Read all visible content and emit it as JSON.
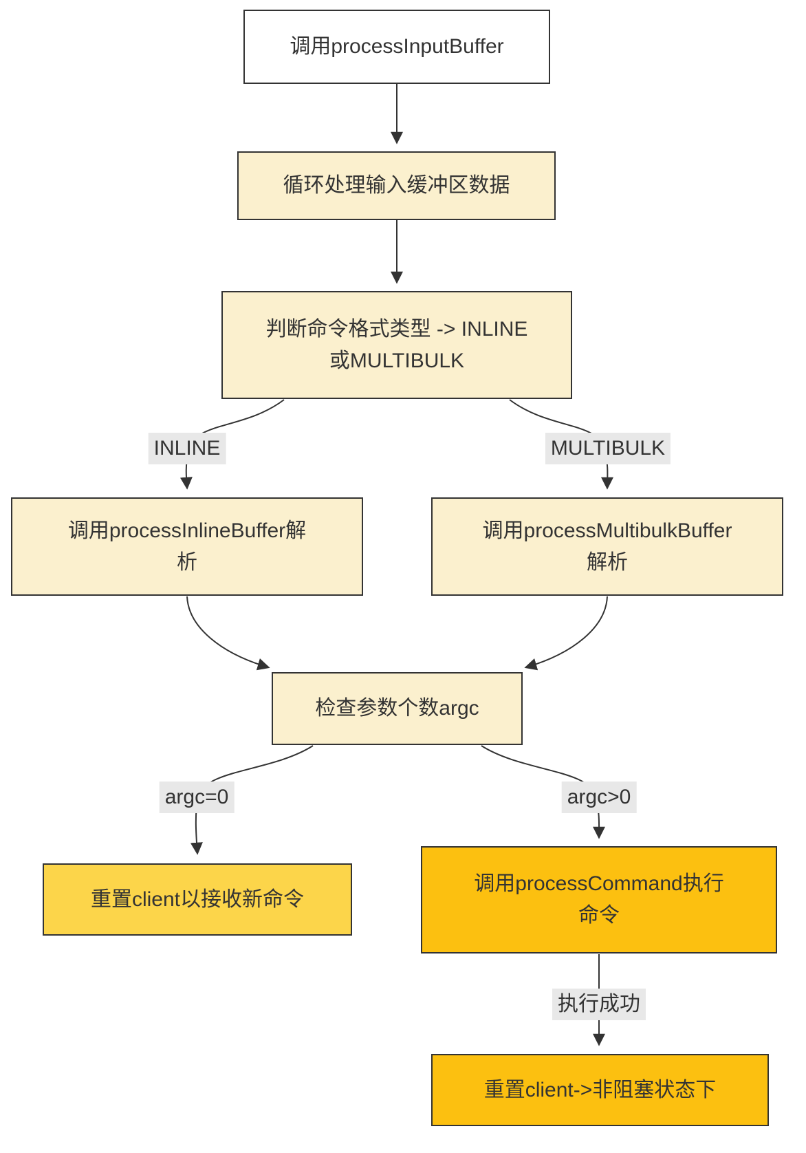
{
  "diagram": {
    "type": "flowchart",
    "direction": "top-down",
    "colors": {
      "node_default_bg": "#ffffff",
      "node_cream_bg": "#fbf0ce",
      "node_yellow_bg": "#fcd54a",
      "node_orange_bg": "#fcc010",
      "node_border": "#333333",
      "edge_line": "#333333",
      "edge_label_bg": "#e8e8e8",
      "text": "#333333"
    },
    "nodes": [
      {
        "id": "call-process-input-buffer",
        "label": "调用processInputBuffer",
        "fill": "#ffffff"
      },
      {
        "id": "loop-input-buffer",
        "label": "循环处理输入缓冲区数据",
        "fill": "#fbf0ce"
      },
      {
        "id": "judge-command-format",
        "label": "判断命令格式类型 -> INLINE\n或MULTIBULK",
        "fill": "#fbf0ce"
      },
      {
        "id": "call-process-inline-buffer",
        "label": "调用processInlineBuffer解\n析",
        "fill": "#fbf0ce"
      },
      {
        "id": "call-process-multibulk-buffer",
        "label": "调用processMultibulkBuffer\n解析",
        "fill": "#fbf0ce"
      },
      {
        "id": "check-argc",
        "label": "检查参数个数argc",
        "fill": "#fbf0ce"
      },
      {
        "id": "reset-client-new-command",
        "label": "重置client以接收新命令",
        "fill": "#fcd54a"
      },
      {
        "id": "call-process-command",
        "label": "调用processCommand执行\n命令",
        "fill": "#fcc010"
      },
      {
        "id": "reset-client-nonblocking",
        "label": "重置client->非阻塞状态下",
        "fill": "#fcc010"
      }
    ],
    "edges": [
      {
        "from": "call-process-input-buffer",
        "to": "loop-input-buffer",
        "label": ""
      },
      {
        "from": "loop-input-buffer",
        "to": "judge-command-format",
        "label": ""
      },
      {
        "from": "judge-command-format",
        "to": "call-process-inline-buffer",
        "label": "INLINE"
      },
      {
        "from": "judge-command-format",
        "to": "call-process-multibulk-buffer",
        "label": "MULTIBULK"
      },
      {
        "from": "call-process-inline-buffer",
        "to": "check-argc",
        "label": ""
      },
      {
        "from": "call-process-multibulk-buffer",
        "to": "check-argc",
        "label": ""
      },
      {
        "from": "check-argc",
        "to": "reset-client-new-command",
        "label": "argc=0"
      },
      {
        "from": "check-argc",
        "to": "call-process-command",
        "label": "argc>0"
      },
      {
        "from": "call-process-command",
        "to": "reset-client-nonblocking",
        "label": "执行成功"
      }
    ]
  }
}
